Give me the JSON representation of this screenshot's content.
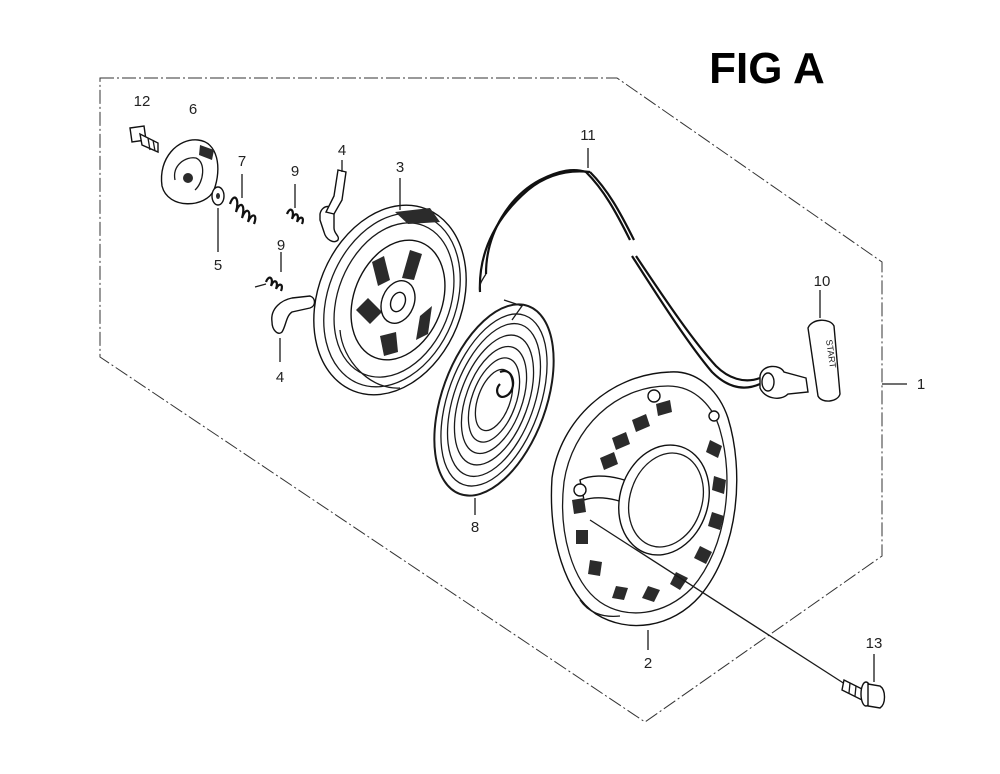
{
  "title": "FIG A",
  "callouts": {
    "p1": "1",
    "p2": "2",
    "p3": "3",
    "p4a": "4",
    "p4b": "4",
    "p5": "5",
    "p6": "6",
    "p7": "7",
    "p8": "8",
    "p9a": "9",
    "p9b": "9",
    "p10": "10",
    "p11": "11",
    "p12": "12",
    "p13": "13"
  },
  "handle_text": "START"
}
